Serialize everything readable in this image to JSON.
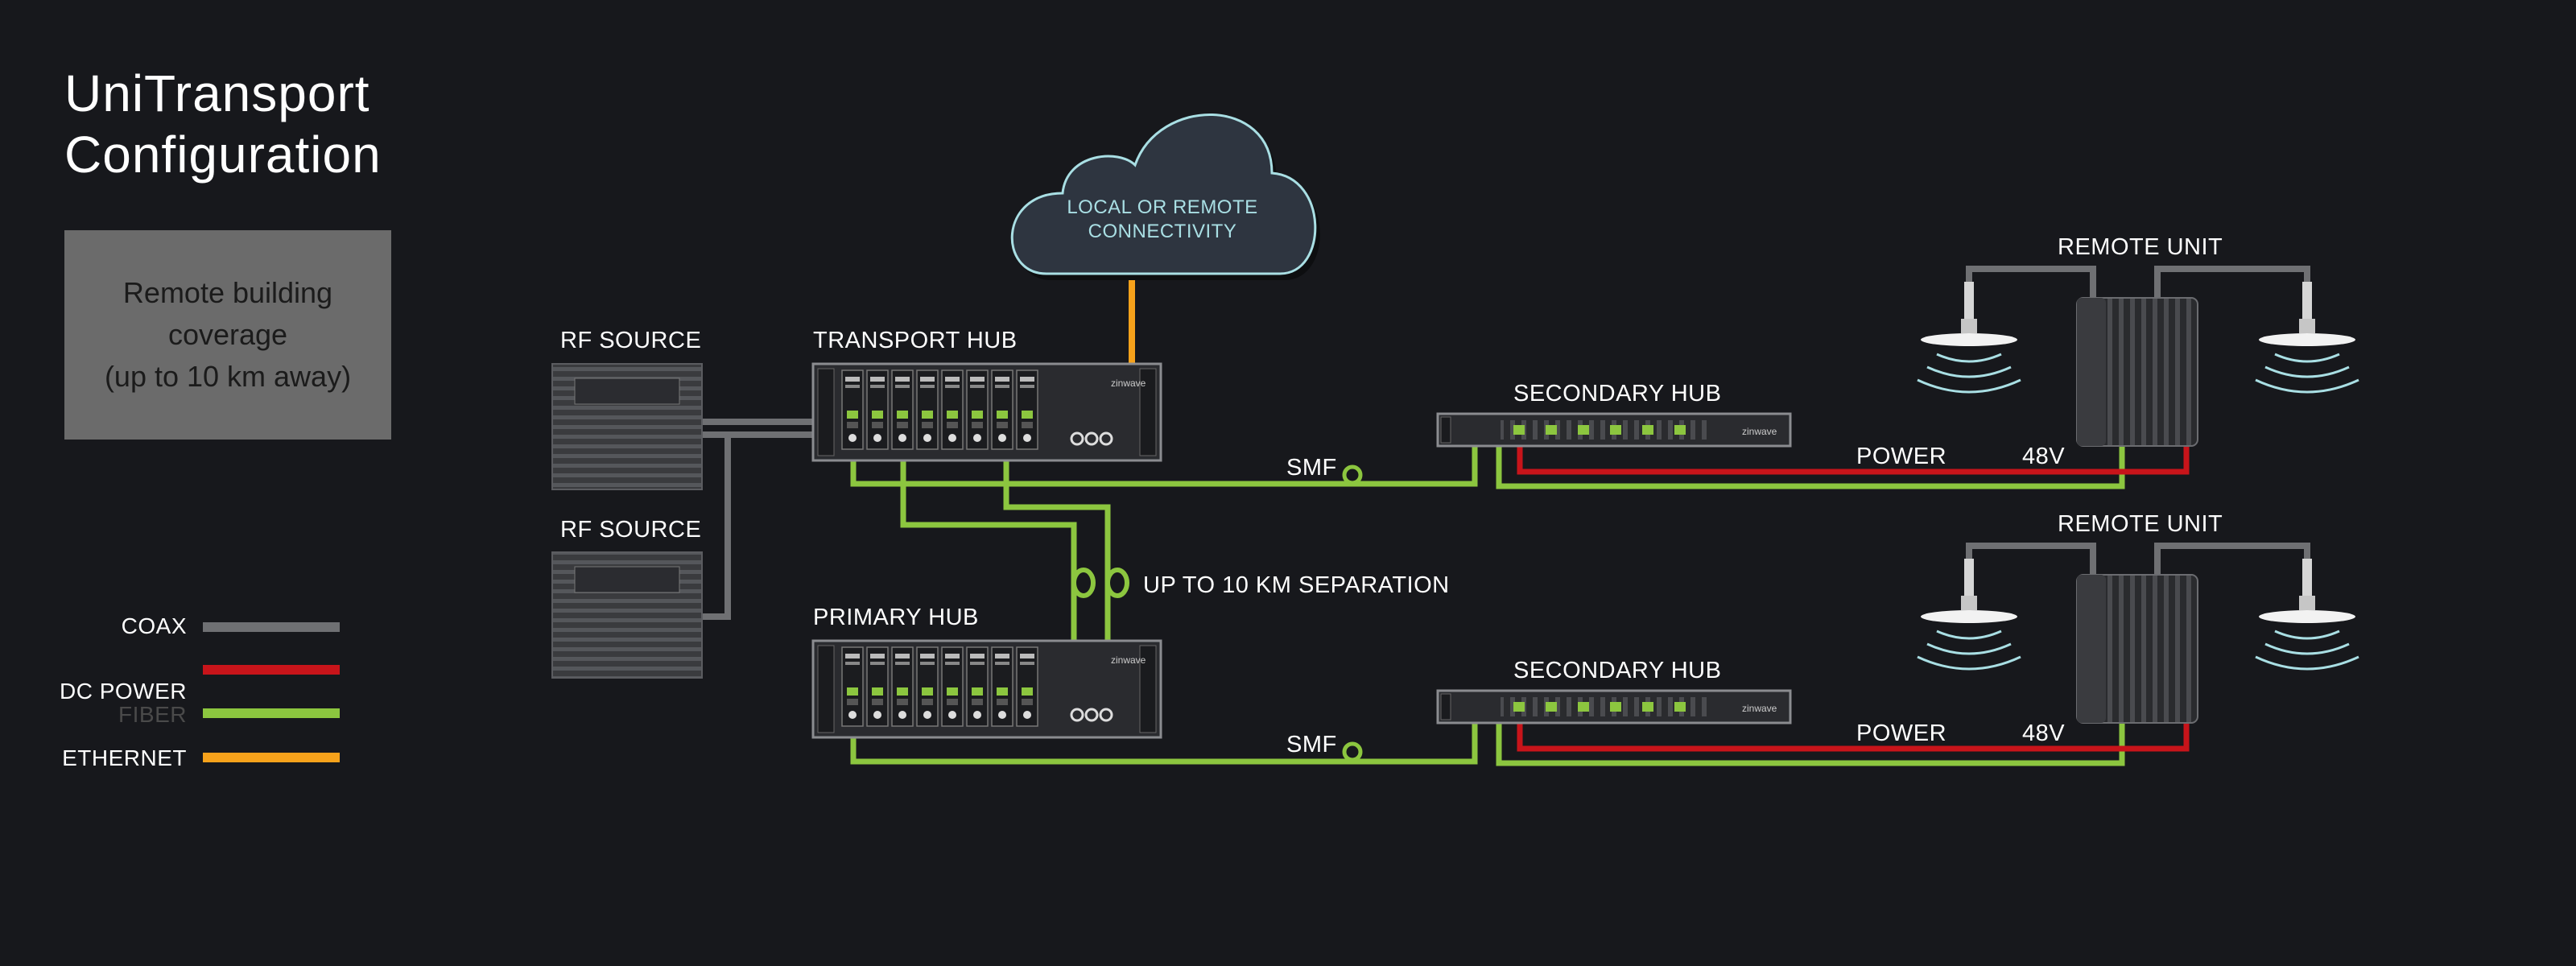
{
  "title": "UniTransport\nConfiguration",
  "note": "Remote building\ncoverage\n(up to 10 km away)",
  "legend": [
    {
      "label": "COAX",
      "color": "#6f7073"
    },
    {
      "label": "DC POWER",
      "color": "#c8141a"
    },
    {
      "label": "FIBER",
      "color": "#8cc63f"
    },
    {
      "label": "ETHERNET",
      "color": "#f7a21b"
    }
  ],
  "cloud": {
    "line1": "LOCAL OR REMOTE",
    "line2": "CONNECTIVITY"
  },
  "labels": {
    "rf_source_1": "RF SOURCE",
    "rf_source_2": "RF SOURCE",
    "transport_hub": "TRANSPORT HUB",
    "primary_hub": "PRIMARY HUB",
    "secondary_hub_1": "SECONDARY HUB",
    "secondary_hub_2": "SECONDARY HUB",
    "remote_unit_1": "REMOTE UNIT",
    "remote_unit_2": "REMOTE UNIT",
    "smf_1": "SMF",
    "smf_2": "SMF",
    "power_1": "POWER",
    "power_2": "POWER",
    "v48_1": "48V",
    "v48_2": "48V",
    "separation": "UP TO 10 KM SEPARATION"
  },
  "brand": "zinwave",
  "colors": {
    "background": "#17181c",
    "coax": "#6f7073",
    "power": "#c8141a",
    "fiber": "#8cc63f",
    "ethernet": "#f7a21b",
    "cloud_fill": "#2e3540",
    "cloud_stroke": "#a9dfe4"
  }
}
